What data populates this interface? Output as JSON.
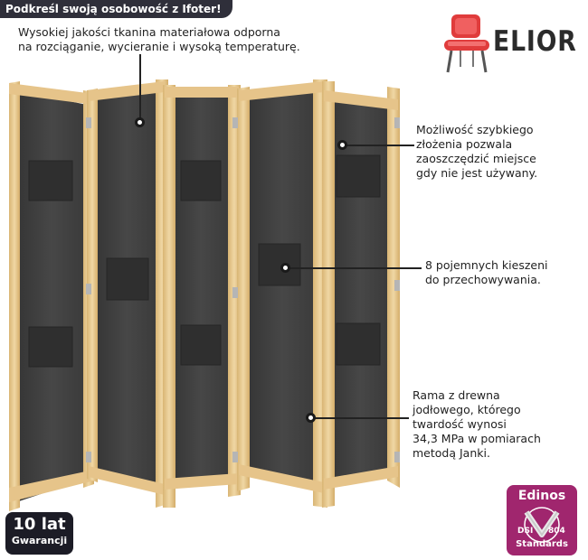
{
  "banner": {
    "text": "Podkreśl swoją osobowość z Ifoter!"
  },
  "brand": {
    "name": "ELIOR"
  },
  "features": [
    {
      "text": "Wysokiej jakości tkanina materiałowa odporna\nna rozciąganie, wycieranie i wysoką temperaturę."
    },
    {
      "text": "Możliwość szybkiego\nzłożenia pozwala\nzaoszczędzić miejsce\ngdy nie jest używany."
    },
    {
      "text": "8 pojemnych kieszeni\ndo przechowywania."
    },
    {
      "text": "Rama z drewna\njodłowego, którego\ntwardość wynosi\n34,3 MPa w pomiarach\nmetodą Janki."
    }
  ],
  "warranty": {
    "years": "10 lat",
    "label": "Gwarancji"
  },
  "certificate": {
    "name": "Edinos",
    "standard": "DSI",
    "code": "804",
    "label": "Standards"
  },
  "colors": {
    "banner": "#2f2f3a",
    "fabric": "#3f3f3f",
    "wood": "#e8c98e",
    "cert": "#a0266e",
    "chair_seat": "#e03c3c"
  },
  "product": {
    "panels": 5,
    "pockets": 8
  }
}
